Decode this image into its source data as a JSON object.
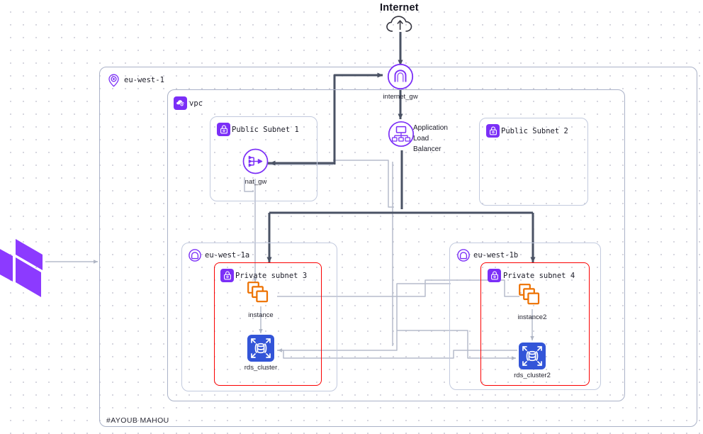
{
  "diagram": {
    "title": "Internet",
    "watermark": "#AYOUB MAHOU",
    "colors": {
      "aws_purple": "#7b2ff7",
      "edge_dark": "#4a5264",
      "edge_light": "#b6bccb",
      "private_subnet_red": "#fb0000",
      "ec2_orange": "#ed7100",
      "rds_blue": "#3355d8",
      "container_border": "#aab2c8",
      "subnet_border": "#c2cade",
      "background": "#ffffff",
      "grid_dot": "#c9c9d4"
    }
  },
  "region": {
    "label": "eu-west-1",
    "icon": "region-pin-icon"
  },
  "vpc": {
    "label": "vpc",
    "icon": "vpc-cloud-icon"
  },
  "internet": {
    "label": "Internet",
    "icon": "cloud-icon"
  },
  "nodes": [
    {
      "id": "internet_gw",
      "label": "internet_gw",
      "icon": "internet-gateway-icon",
      "type": "gateway"
    },
    {
      "id": "alb",
      "label": "Application Load Balancer",
      "label_lines": [
        "Application",
        "Load",
        "Balancer"
      ],
      "icon": "load-balancer-icon",
      "type": "load-balancer"
    },
    {
      "id": "nat_gw",
      "label": "nat_gw",
      "icon": "nat-gateway-icon",
      "type": "gateway"
    },
    {
      "id": "instance",
      "label": "instance",
      "icon": "ec2-instance-icon",
      "type": "compute"
    },
    {
      "id": "instance2",
      "label": "instance2",
      "icon": "ec2-instance-icon",
      "type": "compute"
    },
    {
      "id": "rds_cluster",
      "label": "rds_cluster",
      "icon": "rds-cluster-icon",
      "type": "database"
    },
    {
      "id": "rds_cluster2",
      "label": "rds_cluster2",
      "icon": "rds-cluster-icon",
      "type": "database"
    }
  ],
  "subnets": [
    {
      "id": "public_subnet_1",
      "label": "Public Subnet 1",
      "icon": "lock-icon",
      "visibility": "public"
    },
    {
      "id": "public_subnet_2",
      "label": "Public Subnet 2",
      "icon": "lock-icon",
      "visibility": "public"
    },
    {
      "id": "private_subnet_3",
      "label": "Private subnet 3",
      "icon": "lock-icon",
      "visibility": "private"
    },
    {
      "id": "private_subnet_4",
      "label": "Private subnet 4",
      "icon": "lock-icon",
      "visibility": "private"
    }
  ],
  "availability_zones": [
    {
      "id": "az_a",
      "label": "eu-west-1a",
      "icon": "availability-zone-icon"
    },
    {
      "id": "az_b",
      "label": "eu-west-1b",
      "icon": "availability-zone-icon"
    }
  ],
  "provider": {
    "name": "terraform",
    "icon": "terraform-logo-icon"
  }
}
